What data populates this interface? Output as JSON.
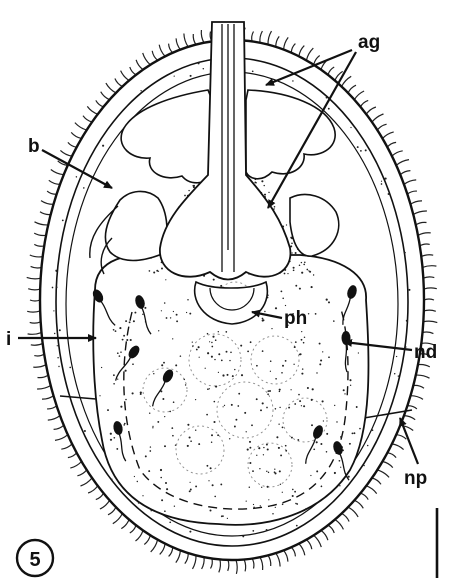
{
  "figure": {
    "number": "5",
    "labels": {
      "ag": "ag",
      "b": "b",
      "i": "i",
      "ph": "ph",
      "nd": "nd",
      "np": "np"
    }
  }
}
